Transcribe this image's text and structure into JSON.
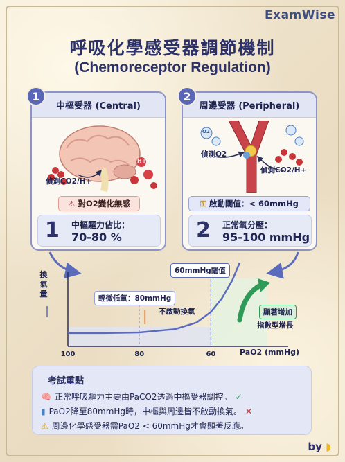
{
  "brand": "ExamWise",
  "title_zh": "呼吸化學感受器調節機制",
  "title_en": "(Chemoreceptor Regulation)",
  "central": {
    "number": "1",
    "header": "中樞受器 (Central)",
    "detect_label": "偵測CO2/H+",
    "ion_label": "H+",
    "warning": "對O2變化無感",
    "stat_number": "1",
    "stat_label": "中樞驅力佔比：",
    "stat_value": "70-80 %"
  },
  "peripheral": {
    "number": "2",
    "header": "周邊受器 (Peripheral)",
    "o2_label": "偵測O2",
    "co2_label": "偵測CO2/H+",
    "o2_bubble": "O2",
    "threshold": "啟動閾值：< 60mmHg",
    "stat_number": "2",
    "stat_label": "正常氧分壓：",
    "stat_value": "95-100 mmHg"
  },
  "chart_data": {
    "type": "line",
    "ylabel": "換氣量",
    "xlabel": "PaO2 (mmHg)",
    "x_ticks": [
      "100",
      "80",
      "60"
    ],
    "x_reversed": true,
    "x": [
      100,
      90,
      80,
      70,
      64,
      60,
      57,
      54,
      52
    ],
    "y": [
      1,
      1,
      1.05,
      1.3,
      1.8,
      2.6,
      3.6,
      5.0,
      6.3
    ],
    "annotations": {
      "threshold": "60mmHg閾值",
      "mild": "輕微低氧：80mmHg",
      "no_trigger": "不啟動換氣",
      "sharp": "顯著增加",
      "exp": "指數型增長"
    },
    "colors": {
      "curve": "#5b6bbb",
      "arrow": "#2e9a57",
      "mild_arrow": "#e3945b"
    }
  },
  "exam": {
    "title": "考試重點",
    "items": [
      {
        "icon": "brain-icon",
        "text": "正常呼吸驅力主要由PaCO2透過中樞受器調控。",
        "mark": "✓"
      },
      {
        "icon": "oxygen-tank-icon",
        "text": "PaO2降至80mmHg時，中樞與周邊皆不啟動換氣。",
        "mark": "✕"
      },
      {
        "icon": "warning-icon",
        "text": "周邊化學感受器需PaO2 < 60mmHg才會顯著反應。",
        "mark": ""
      }
    ]
  },
  "byline": "by"
}
